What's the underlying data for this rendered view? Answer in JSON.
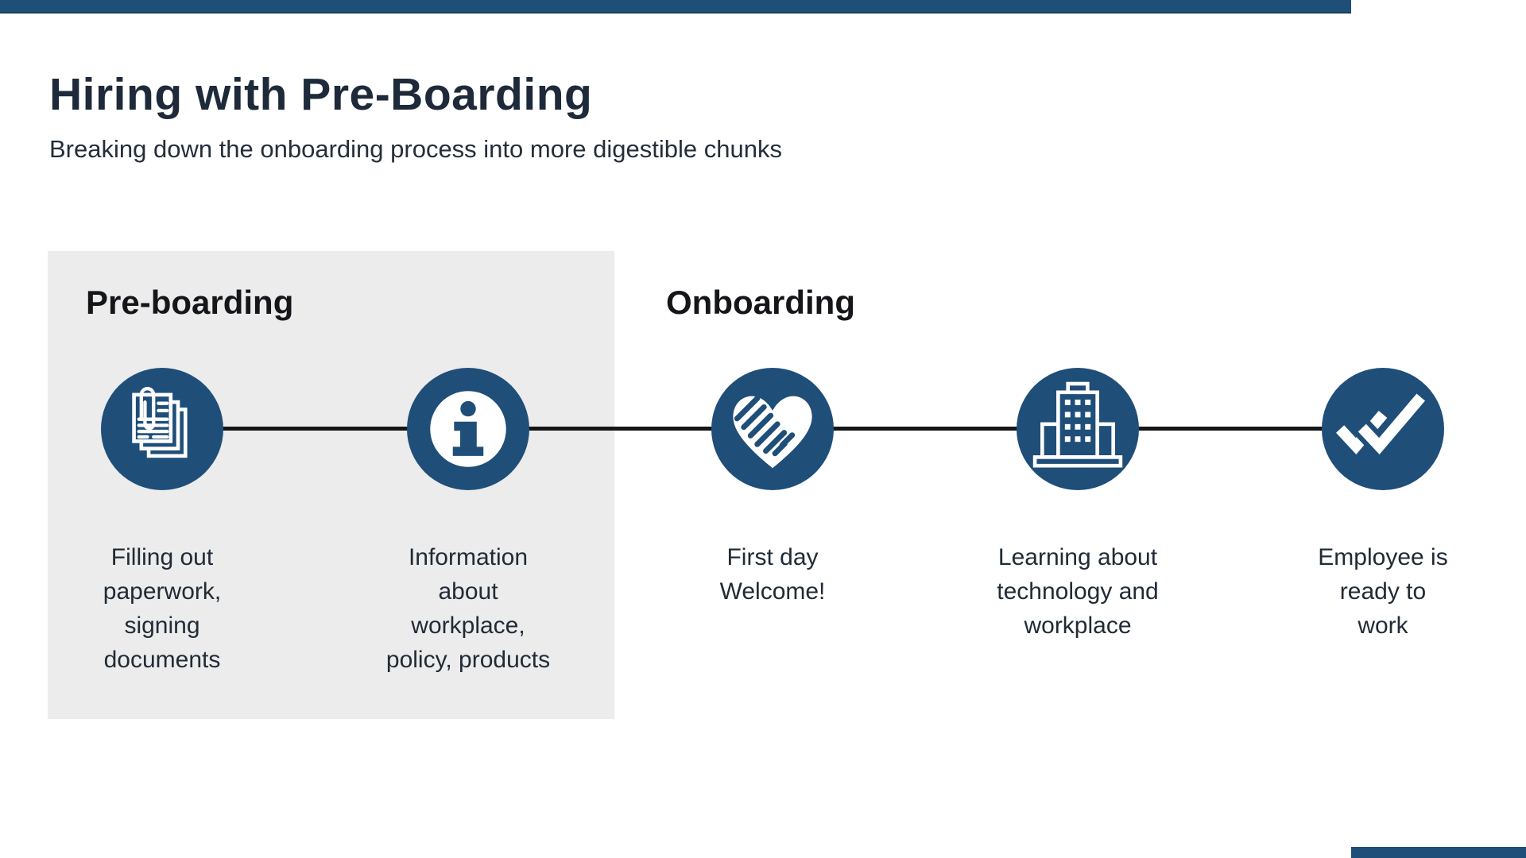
{
  "colors": {
    "accent_blue": "#1f4e79",
    "panel_gray": "#ececec",
    "line_black": "#161616",
    "title_navy": "#1e2a39"
  },
  "header": {
    "title": "Hiring with Pre-Boarding",
    "subtitle": "Breaking down the onboarding process into more digestible chunks"
  },
  "phases": [
    {
      "label": "Pre-boarding"
    },
    {
      "label": "Onboarding"
    }
  ],
  "steps": [
    {
      "icon": "documents-icon",
      "label": "Filling out\npaperwork,\nsigning\ndocuments"
    },
    {
      "icon": "info-icon",
      "label": "Information\nabout\nworkplace,\npolicy, products"
    },
    {
      "icon": "handshake-heart-icon",
      "label": "First day\nWelcome!"
    },
    {
      "icon": "building-icon",
      "label": "Learning about\ntechnology and\nworkplace"
    },
    {
      "icon": "double-check-icon",
      "label": "Employee is\nready to\nwork"
    }
  ]
}
